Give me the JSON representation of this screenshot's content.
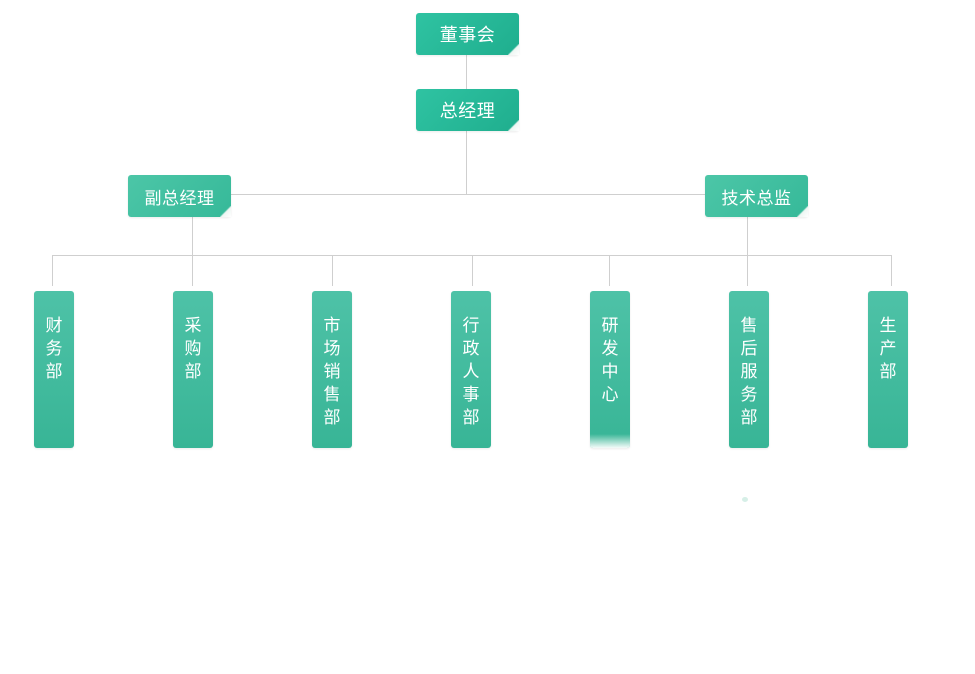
{
  "org_chart": {
    "top": "董事会",
    "ceo": "总经理",
    "deputy_gm": "副总经理",
    "cto": "技术总监",
    "departments": [
      "财\n务\n部",
      "采\n购\n部",
      "市\n场\n销\n售\n部",
      "行\n政\n人\n事\n部",
      "研\n发\n中\n心",
      "售\n后\n服\n务\n部",
      "生\n产\n部"
    ]
  },
  "colors": {
    "box_primary": "#1fae8e",
    "box_secondary": "#3fbd9d",
    "connector": "#cfcfcf"
  }
}
